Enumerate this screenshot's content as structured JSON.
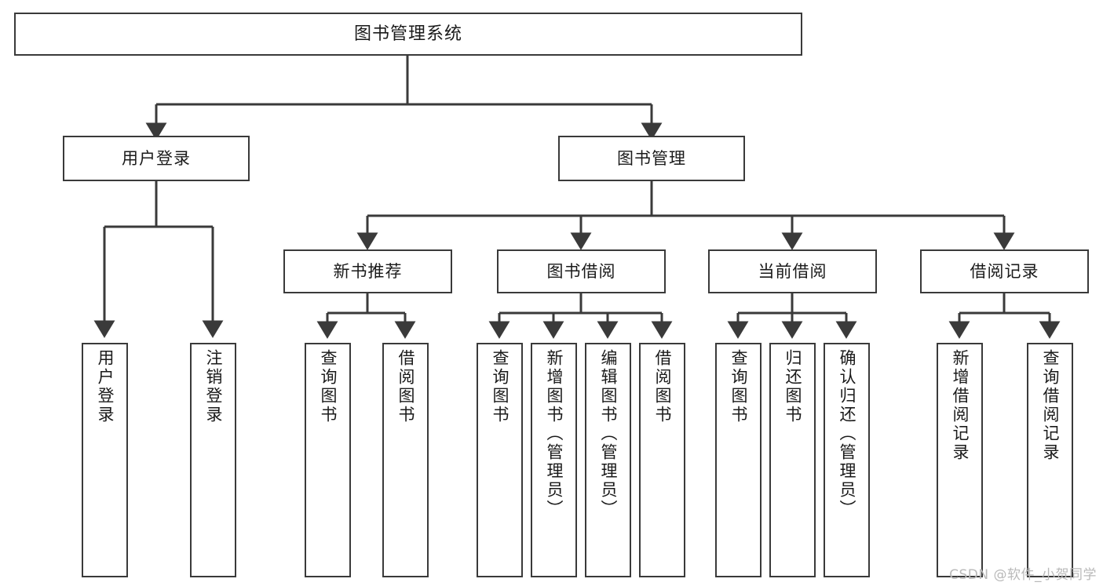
{
  "diagram": {
    "title": "图书管理系统",
    "type": "tree-hierarchy",
    "watermark": "CSDN @软件_小贺同学",
    "colors": {
      "stroke": "#3a3a3a",
      "fill": "#ffffff",
      "text": "#1a1a1a",
      "watermark": "#b9b9b9"
    }
  },
  "nodes": {
    "root": {
      "label": "图书管理系统"
    },
    "level2": [
      {
        "id": "user-login",
        "label": "用户登录"
      },
      {
        "id": "book-manage",
        "label": "图书管理"
      }
    ],
    "level3": [
      {
        "id": "new-book-recommend",
        "label": "新书推荐"
      },
      {
        "id": "book-borrow",
        "label": "图书借阅"
      },
      {
        "id": "current-borrow",
        "label": "当前借阅"
      },
      {
        "id": "borrow-record",
        "label": "借阅记录"
      }
    ],
    "leaves": {
      "user-login": [
        {
          "id": "leaf-user-login",
          "label": "用户登录"
        },
        {
          "id": "leaf-logout-login",
          "label": "注销登录"
        }
      ],
      "new-book-recommend": [
        {
          "id": "leaf-query-book-1",
          "label": "查询图书"
        },
        {
          "id": "leaf-borrow-book-1",
          "label": "借阅图书"
        }
      ],
      "book-borrow": [
        {
          "id": "leaf-query-book-2",
          "label": "查询图书"
        },
        {
          "id": "leaf-add-book",
          "label": "新增图书（管理员）"
        },
        {
          "id": "leaf-edit-book",
          "label": "编辑图书（管理员）"
        },
        {
          "id": "leaf-borrow-book-2",
          "label": "借阅图书"
        }
      ],
      "current-borrow": [
        {
          "id": "leaf-query-book-3",
          "label": "查询图书"
        },
        {
          "id": "leaf-return-book",
          "label": "归还图书"
        },
        {
          "id": "leaf-confirm-return",
          "label": "确认归还（管理员）"
        }
      ],
      "borrow-record": [
        {
          "id": "leaf-add-record",
          "label": "新增借阅记录"
        },
        {
          "id": "leaf-query-record",
          "label": "查询借阅记录"
        }
      ]
    }
  }
}
